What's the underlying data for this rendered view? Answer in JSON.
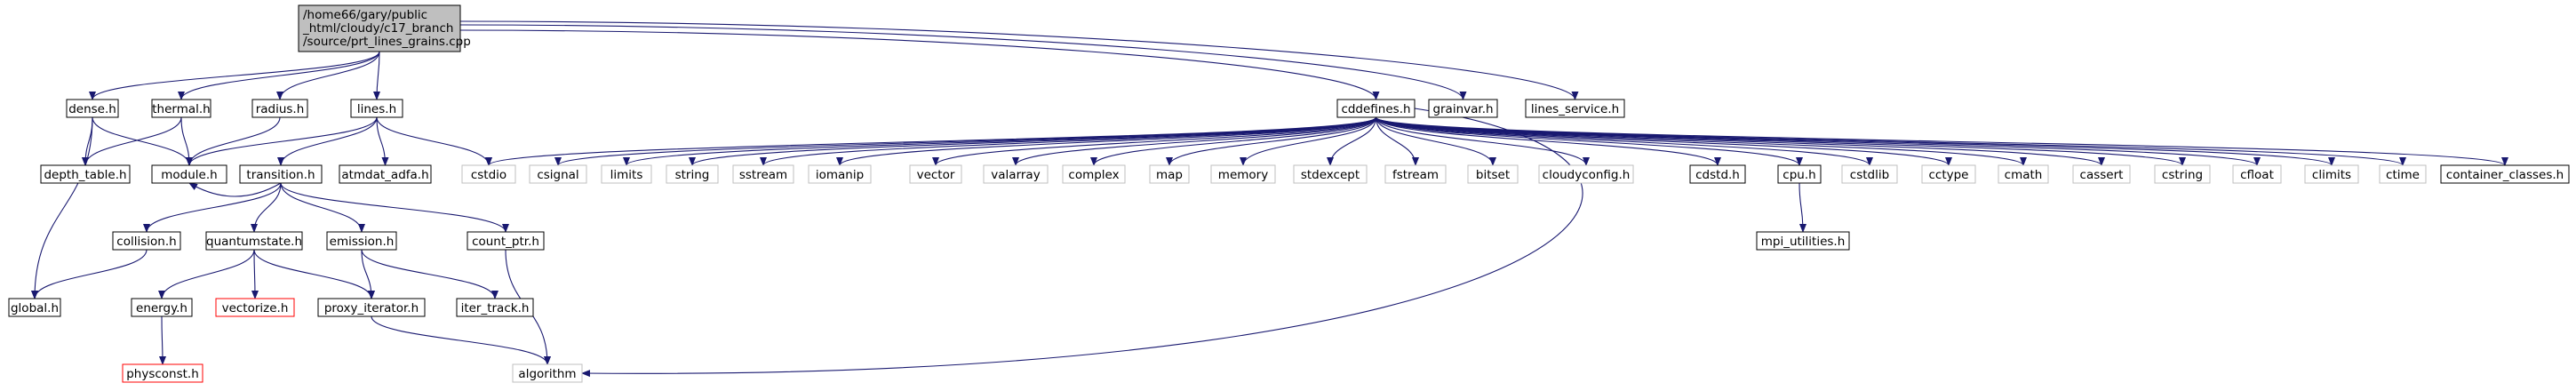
{
  "graph": {
    "root": {
      "lines": [
        "/home66/gary/public",
        "_html/cloudy/c17_branch",
        "/source/prt_lines_grains.cpp"
      ]
    },
    "nodes": [
      {
        "id": "dense",
        "label": "dense.h",
        "style": "normal"
      },
      {
        "id": "thermal",
        "label": "thermal.h",
        "style": "normal"
      },
      {
        "id": "radius",
        "label": "radius.h",
        "style": "normal"
      },
      {
        "id": "lines",
        "label": "lines.h",
        "style": "normal"
      },
      {
        "id": "cddefines",
        "label": "cddefines.h",
        "style": "normal"
      },
      {
        "id": "grainvar",
        "label": "grainvar.h",
        "style": "normal"
      },
      {
        "id": "lines_service",
        "label": "lines_service.h",
        "style": "normal"
      },
      {
        "id": "depth_table",
        "label": "depth_table.h",
        "style": "normal"
      },
      {
        "id": "module",
        "label": "module.h",
        "style": "normal"
      },
      {
        "id": "transition",
        "label": "transition.h",
        "style": "normal"
      },
      {
        "id": "atmdat_adfa",
        "label": "atmdat_adfa.h",
        "style": "normal"
      },
      {
        "id": "cstdio",
        "label": "cstdio",
        "style": "system"
      },
      {
        "id": "csignal",
        "label": "csignal",
        "style": "system"
      },
      {
        "id": "limits",
        "label": "limits",
        "style": "system"
      },
      {
        "id": "string",
        "label": "string",
        "style": "system"
      },
      {
        "id": "sstream",
        "label": "sstream",
        "style": "system"
      },
      {
        "id": "iomanip",
        "label": "iomanip",
        "style": "system"
      },
      {
        "id": "vector",
        "label": "vector",
        "style": "system"
      },
      {
        "id": "valarray",
        "label": "valarray",
        "style": "system"
      },
      {
        "id": "complex",
        "label": "complex",
        "style": "system"
      },
      {
        "id": "map",
        "label": "map",
        "style": "system"
      },
      {
        "id": "memory",
        "label": "memory",
        "style": "system"
      },
      {
        "id": "stdexcept",
        "label": "stdexcept",
        "style": "system"
      },
      {
        "id": "fstream",
        "label": "fstream",
        "style": "system"
      },
      {
        "id": "bitset",
        "label": "bitset",
        "style": "system"
      },
      {
        "id": "cloudyconfig",
        "label": "cloudyconfig.h",
        "style": "system"
      },
      {
        "id": "cdstd",
        "label": "cdstd.h",
        "style": "normal"
      },
      {
        "id": "cpu",
        "label": "cpu.h",
        "style": "normal"
      },
      {
        "id": "cstdlib",
        "label": "cstdlib",
        "style": "system"
      },
      {
        "id": "cctype",
        "label": "cctype",
        "style": "system"
      },
      {
        "id": "cmath",
        "label": "cmath",
        "style": "system"
      },
      {
        "id": "cassert",
        "label": "cassert",
        "style": "system"
      },
      {
        "id": "cstring",
        "label": "cstring",
        "style": "system"
      },
      {
        "id": "cfloat",
        "label": "cfloat",
        "style": "system"
      },
      {
        "id": "climits",
        "label": "climits",
        "style": "system"
      },
      {
        "id": "ctime",
        "label": "ctime",
        "style": "system"
      },
      {
        "id": "container_classes",
        "label": "container_classes.h",
        "style": "normal"
      },
      {
        "id": "collision",
        "label": "collision.h",
        "style": "normal"
      },
      {
        "id": "quantumstate",
        "label": "quantumstate.h",
        "style": "normal"
      },
      {
        "id": "emission",
        "label": "emission.h",
        "style": "normal"
      },
      {
        "id": "count_ptr",
        "label": "count_ptr.h",
        "style": "normal"
      },
      {
        "id": "mpi_utilities",
        "label": "mpi_utilities.h",
        "style": "normal"
      },
      {
        "id": "global",
        "label": "global.h",
        "style": "normal"
      },
      {
        "id": "energy",
        "label": "energy.h",
        "style": "normal"
      },
      {
        "id": "vectorize",
        "label": "vectorize.h",
        "style": "missing"
      },
      {
        "id": "proxy_iterator",
        "label": "proxy_iterator.h",
        "style": "normal"
      },
      {
        "id": "iter_track",
        "label": "iter_track.h",
        "style": "normal"
      },
      {
        "id": "physconst",
        "label": "physconst.h",
        "style": "missing"
      },
      {
        "id": "algorithm",
        "label": "algorithm",
        "style": "system"
      }
    ],
    "edges": [
      [
        "root",
        "dense"
      ],
      [
        "root",
        "thermal"
      ],
      [
        "root",
        "radius"
      ],
      [
        "root",
        "lines"
      ],
      [
        "root",
        "cddefines"
      ],
      [
        "root",
        "grainvar"
      ],
      [
        "root",
        "lines_service"
      ],
      [
        "dense",
        "depth_table"
      ],
      [
        "dense",
        "module"
      ],
      [
        "dense",
        "global"
      ],
      [
        "thermal",
        "depth_table"
      ],
      [
        "thermal",
        "module"
      ],
      [
        "radius",
        "module"
      ],
      [
        "lines",
        "module"
      ],
      [
        "lines",
        "transition"
      ],
      [
        "lines",
        "atmdat_adfa"
      ],
      [
        "lines",
        "cstdio"
      ],
      [
        "cddefines",
        "cstdio"
      ],
      [
        "cddefines",
        "csignal"
      ],
      [
        "cddefines",
        "limits"
      ],
      [
        "cddefines",
        "string"
      ],
      [
        "cddefines",
        "sstream"
      ],
      [
        "cddefines",
        "iomanip"
      ],
      [
        "cddefines",
        "vector"
      ],
      [
        "cddefines",
        "valarray"
      ],
      [
        "cddefines",
        "complex"
      ],
      [
        "cddefines",
        "map"
      ],
      [
        "cddefines",
        "memory"
      ],
      [
        "cddefines",
        "stdexcept"
      ],
      [
        "cddefines",
        "fstream"
      ],
      [
        "cddefines",
        "bitset"
      ],
      [
        "cddefines",
        "cloudyconfig"
      ],
      [
        "cddefines",
        "cdstd"
      ],
      [
        "cddefines",
        "cpu"
      ],
      [
        "cddefines",
        "cstdlib"
      ],
      [
        "cddefines",
        "cctype"
      ],
      [
        "cddefines",
        "cmath"
      ],
      [
        "cddefines",
        "cassert"
      ],
      [
        "cddefines",
        "cstring"
      ],
      [
        "cddefines",
        "cfloat"
      ],
      [
        "cddefines",
        "climits"
      ],
      [
        "cddefines",
        "ctime"
      ],
      [
        "cddefines",
        "container_classes"
      ],
      [
        "cddefines",
        "algorithm"
      ],
      [
        "transition",
        "module"
      ],
      [
        "transition",
        "collision"
      ],
      [
        "transition",
        "quantumstate"
      ],
      [
        "transition",
        "emission"
      ],
      [
        "transition",
        "count_ptr"
      ],
      [
        "collision",
        "global"
      ],
      [
        "quantumstate",
        "energy"
      ],
      [
        "quantumstate",
        "vectorize"
      ],
      [
        "quantumstate",
        "proxy_iterator"
      ],
      [
        "emission",
        "proxy_iterator"
      ],
      [
        "emission",
        "iter_track"
      ],
      [
        "count_ptr",
        "algorithm"
      ],
      [
        "cpu",
        "mpi_utilities"
      ],
      [
        "energy",
        "physconst"
      ],
      [
        "proxy_iterator",
        "algorithm"
      ]
    ]
  }
}
